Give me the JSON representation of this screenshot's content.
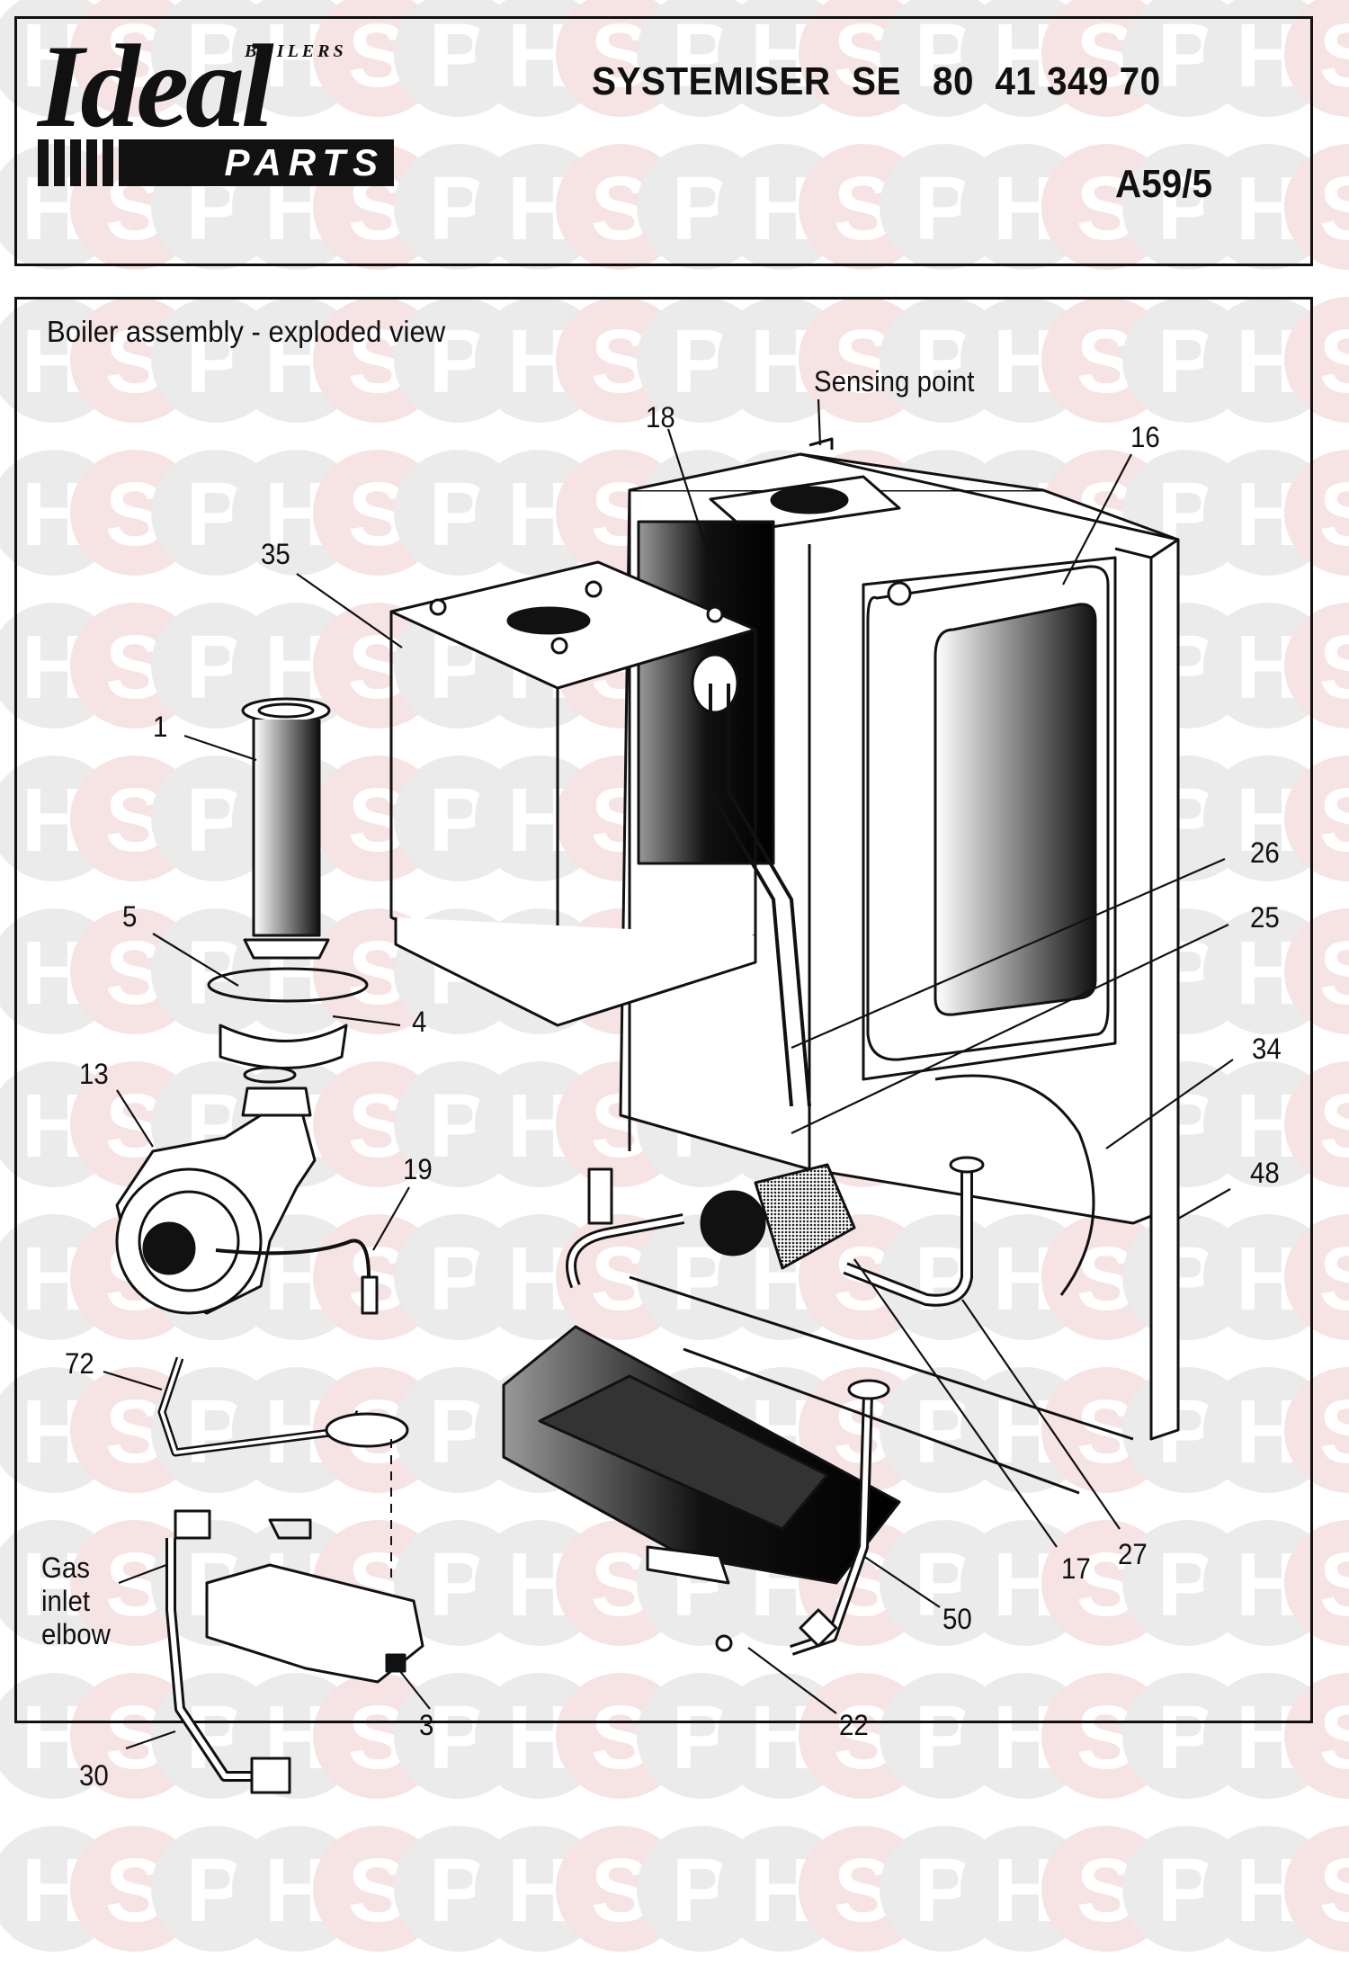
{
  "watermark": {
    "letters": [
      "H",
      "S",
      "P"
    ],
    "colors": {
      "grey": "#ebebeb",
      "pink": "#f6e3e3"
    }
  },
  "header": {
    "brand": {
      "name": "Ideal",
      "tagline": "BOILERS",
      "badge": "PARTS"
    },
    "model_title": "SYSTEMISER  SE   80  41 349 70",
    "diagram_code": "A59/5"
  },
  "diagram": {
    "title": "Boiler assembly - exploded view",
    "callouts": [
      {
        "id": "sensing-point",
        "label": "Sensing point"
      },
      {
        "id": "18",
        "label": "18"
      },
      {
        "id": "16",
        "label": "16"
      },
      {
        "id": "35",
        "label": "35"
      },
      {
        "id": "1",
        "label": "1"
      },
      {
        "id": "5",
        "label": "5"
      },
      {
        "id": "4",
        "label": "4"
      },
      {
        "id": "13",
        "label": "13"
      },
      {
        "id": "19",
        "label": "19"
      },
      {
        "id": "26",
        "label": "26"
      },
      {
        "id": "25",
        "label": "25"
      },
      {
        "id": "34",
        "label": "34"
      },
      {
        "id": "48",
        "label": "48"
      },
      {
        "id": "72",
        "label": "72"
      },
      {
        "id": "gas-inlet-elbow",
        "label": "Gas\ninlet\nelbow"
      },
      {
        "id": "3",
        "label": "3"
      },
      {
        "id": "30",
        "label": "30"
      },
      {
        "id": "17",
        "label": "17"
      },
      {
        "id": "27",
        "label": "27"
      },
      {
        "id": "50",
        "label": "50"
      },
      {
        "id": "22",
        "label": "22"
      }
    ]
  }
}
